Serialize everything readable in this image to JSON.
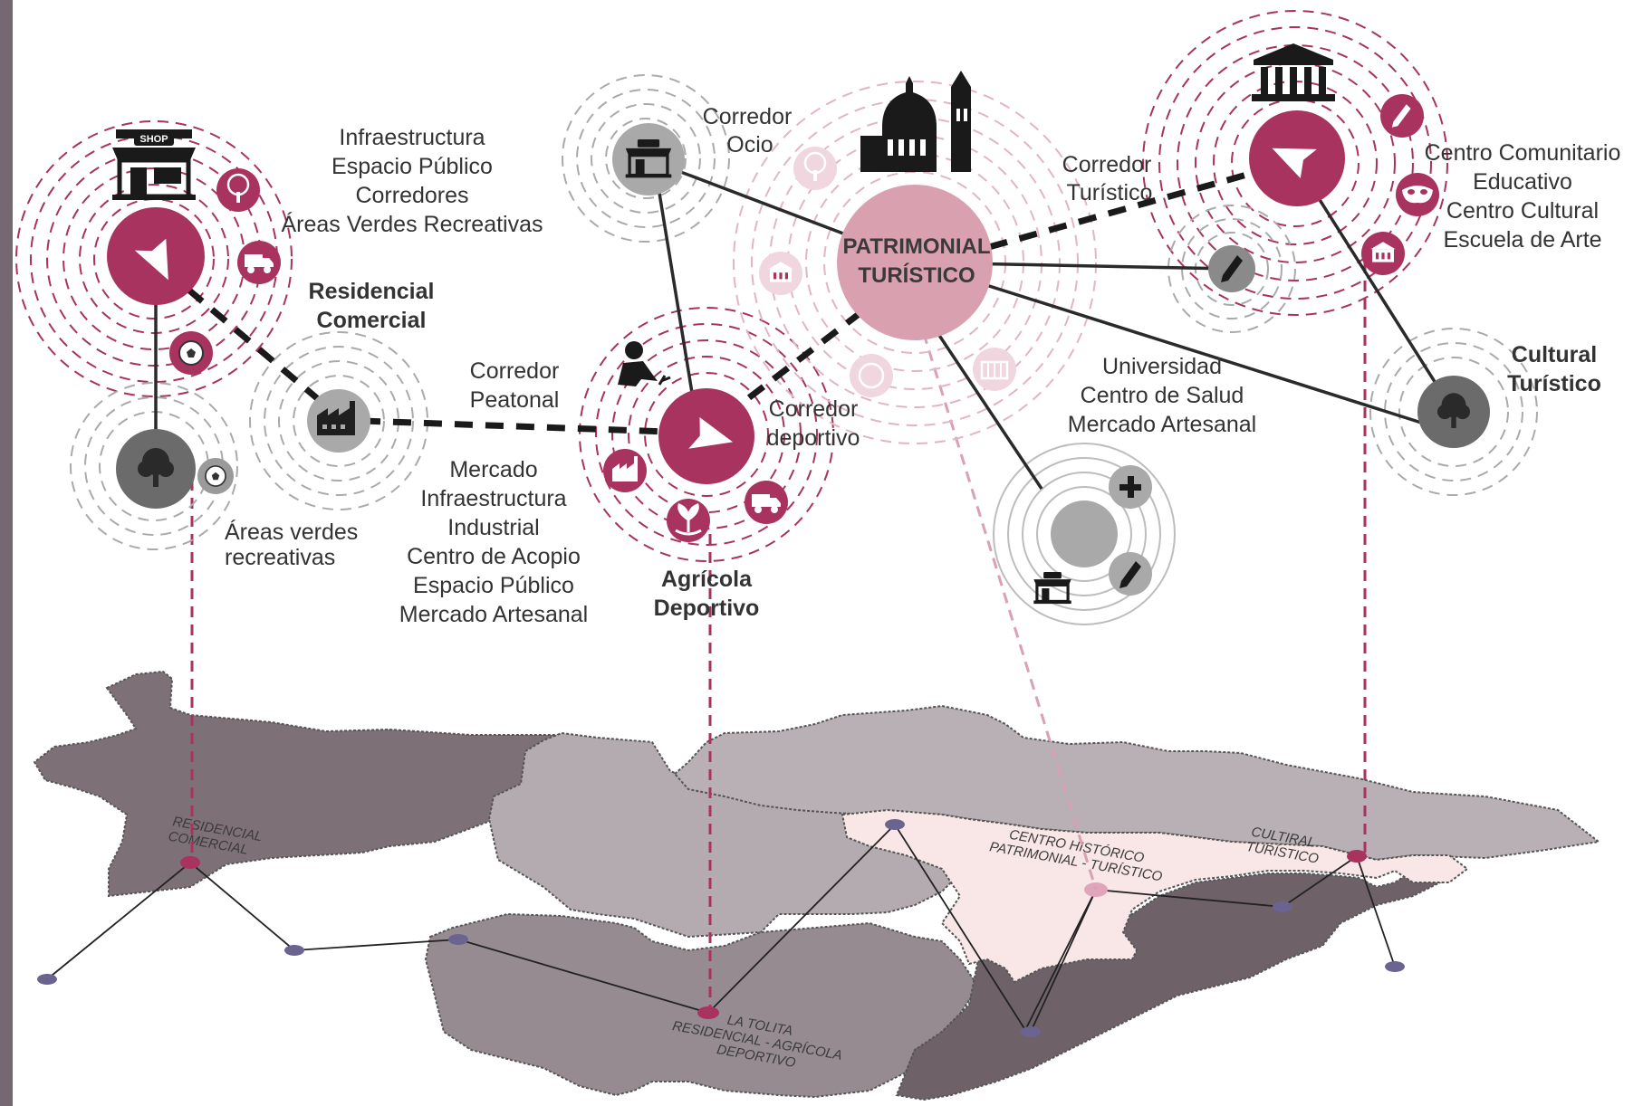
{
  "colors": {
    "accent": "#a8335e",
    "core_pink": "#d9a0b0",
    "node_gray": "#6b6b6b",
    "sidebar": "#766872",
    "zone_light": "#b4abb0",
    "zone_mid": "#958b90",
    "zone_dark": "#6e6268",
    "zone_pink": "#f9e6e6"
  },
  "nodes": {
    "residencial_comercial": {
      "title_1": "Residencial",
      "title_2": "Comercial",
      "uses": [
        "Infraestructura",
        "Espacio Público",
        "Corredores",
        "Áreas Verdes Recreativas"
      ],
      "icon": "navigation-arrow-icon"
    },
    "areas_verdes": {
      "label_1": "Áreas verdes",
      "label_2": "recreativas",
      "icon": "tree-icon"
    },
    "industrial": {
      "label_1": "Corredor",
      "label_2": "Peatonal",
      "uses": [
        "Mercado",
        "Infraestructura",
        "Industrial",
        "Centro de Acopio",
        "Espacio Público",
        "Mercado Artesanal"
      ],
      "icon": "factory-icon"
    },
    "corredor_ocio": {
      "label_1": "Corredor",
      "label_2": "Ocio",
      "icon": "shop-icon"
    },
    "agricola_deportivo": {
      "title_1": "Agrícola",
      "title_2": "Deportivo",
      "corridor_1": "Corredor",
      "corridor_2": "deportivo",
      "icon": "navigation-arrow-icon"
    },
    "patrimonial": {
      "title_1": "PATRIMONIAL",
      "title_2": "TURÍSTICO",
      "corridor_1": "Corredor",
      "corridor_2": "Turístico",
      "icon": "cathedral-icon"
    },
    "universidad": {
      "uses": [
        "Universidad",
        "Centro de Salud",
        "Mercado Artesanal"
      ]
    },
    "centro_comunitario": {
      "uses": [
        "Centro Comunitario",
        "Educativo",
        "Centro Cultural",
        "Escuela de Arte"
      ],
      "icon": "museum-icon"
    },
    "cultural_turistico": {
      "title_1": "Cultural",
      "title_2": "Turístico",
      "icon": "tree-icon"
    }
  },
  "map": {
    "labels": {
      "residencial_1": "RESIDENCIAL",
      "residencial_2": "COMERCIAL",
      "tolita_1": "LA TOLITA",
      "tolita_2": "RESIDENCIAL - AGRÍCOLA",
      "tolita_3": "DEPORTIVO",
      "centro_1": "CENTRO HISTÓRICO",
      "centro_2": "PATRIMONIAL - TURÍSTICO",
      "cultiral_1": "CULTIRAL",
      "cultiral_2": "TURÍSTICO"
    }
  }
}
